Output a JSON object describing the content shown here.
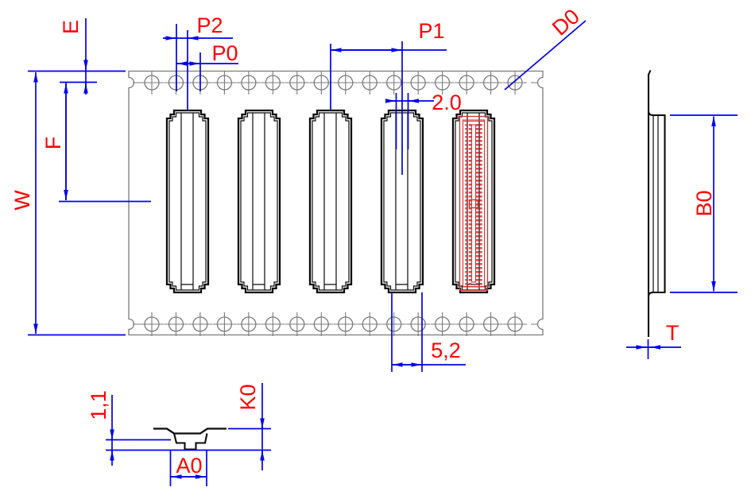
{
  "drawing_type": "carrier-tape dimensional drawing",
  "labels": {
    "w": "W",
    "e": "E",
    "f": "F",
    "p2": "P2",
    "p0": "P0",
    "p1": "P1",
    "d0": "D0",
    "dim_top_notch": "2.0",
    "dim_pocket_bottom": "5,2",
    "b0": "B0",
    "t": "T",
    "k0": "K0",
    "dim_step_depth": "1,1",
    "a0": "A0"
  },
  "tape": {
    "pocket_count": 5,
    "sprocket_holes_per_row": 16,
    "sprocket_rows": 2,
    "component_in_pocket": 5
  },
  "colors": {
    "dimension_line": "#0000f0",
    "label_text": "#ff0000",
    "outline": "#0a0a0a",
    "tape_outline": "#7b7b7b",
    "component": "#d83030",
    "background": "#ffffff"
  }
}
